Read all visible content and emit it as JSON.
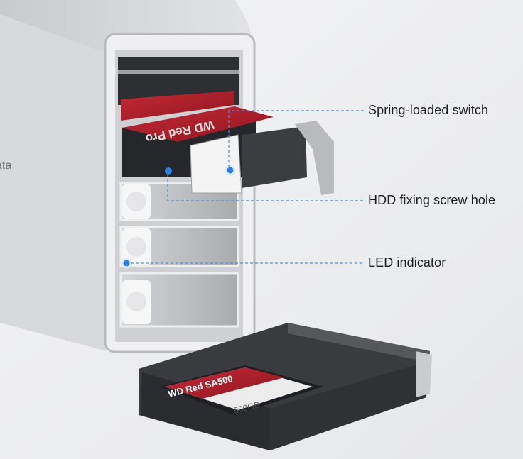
{
  "callouts": {
    "spring_switch": "Spring-loaded switch",
    "screw_hole": "HDD fixing screw hole",
    "led": "LED indicator"
  },
  "product_labels": {
    "brand_partial": "ata",
    "hdd_label": "WD Red Pro",
    "ssd_label": "WD Red SA500",
    "ssd_capacity": "500GB"
  },
  "colors": {
    "accent_blue": "#2a7fe0",
    "drive_red": "#b8202e",
    "background": "#eeeff1"
  }
}
